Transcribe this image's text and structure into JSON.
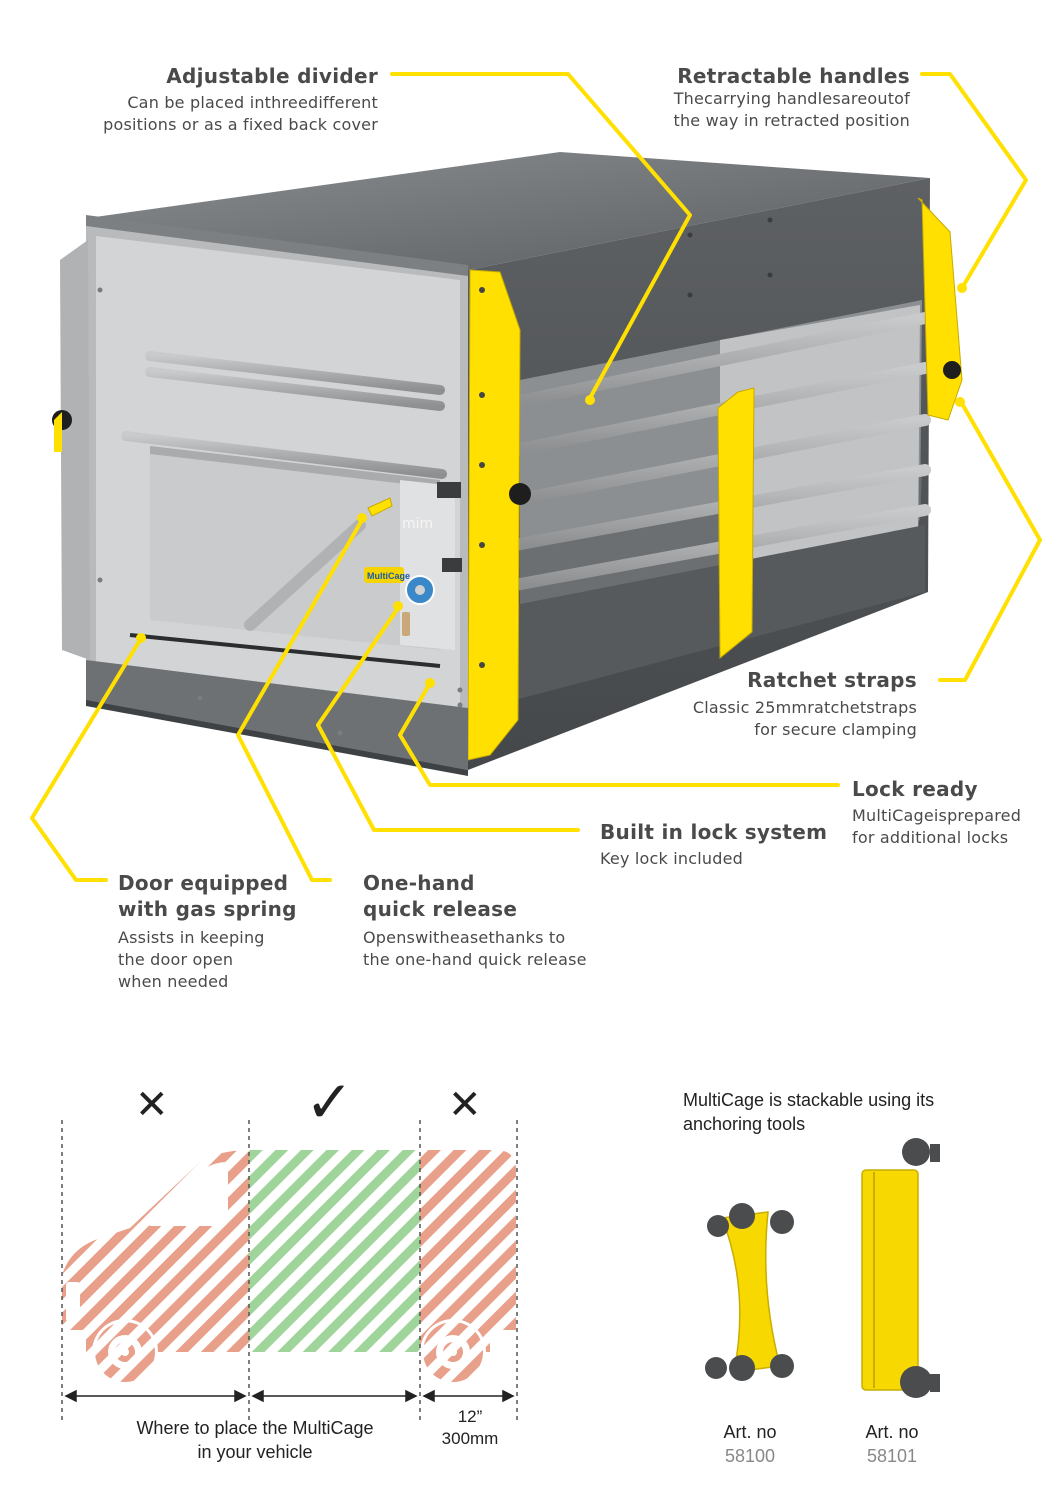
{
  "colors": {
    "accent": "#ffe000",
    "body_dark": "#55585b",
    "body_light": "#b9bbbd",
    "no_zone": "#e8a08b",
    "ok_zone": "#9fd59a"
  },
  "callouts": {
    "adjustable_divider": {
      "title": "Adjustable divider",
      "desc": [
        "Can be placed inthreedifferent",
        "positions or as a fixed back cover"
      ]
    },
    "retractable_handles": {
      "title": "Retractable handles",
      "desc": [
        "Thecarrying handlesareoutof",
        "the way in retracted position"
      ]
    },
    "ratchet_straps": {
      "title": "Ratchet straps",
      "desc": [
        "Classic 25mmratchetstraps",
        "for secure clamping"
      ]
    },
    "lock_ready": {
      "title": "Lock ready",
      "desc": [
        "MultiCageisprepared",
        "for additional locks"
      ]
    },
    "built_in_lock": {
      "title": "Built in lock system",
      "desc": [
        "Key lock included"
      ]
    },
    "door_gas_spring": {
      "title": [
        "Door equipped",
        "with gas spring"
      ],
      "desc": [
        "Assists in keeping",
        "the door open",
        "when needed"
      ]
    },
    "one_hand": {
      "title": [
        "One-hand",
        "quick release"
      ],
      "desc": [
        "Openswitheasethanks to",
        "the one-hand quick release"
      ]
    }
  },
  "cage": {
    "brand_badge": "MultiCage",
    "logo": "mim"
  },
  "placement": {
    "marks": [
      "✕",
      "✓",
      "✕"
    ],
    "caption": [
      "Where to place the MultiCage",
      "in your vehicle"
    ],
    "dimension": [
      "12”",
      "300mm"
    ]
  },
  "stacking": {
    "title": [
      "MultiCage is stackable using its",
      "anchoring tools"
    ],
    "products": [
      {
        "label": "Art. no",
        "number": "58100"
      },
      {
        "label": "Art. no",
        "number": "58101"
      }
    ]
  }
}
